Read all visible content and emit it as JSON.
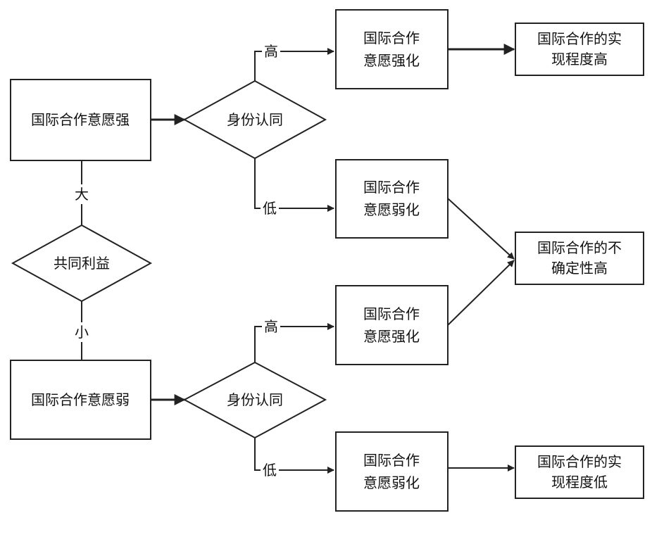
{
  "diagram": {
    "cooperation_strong": "国际合作意愿强",
    "cooperation_weak": "国际合作意愿弱",
    "common_interest": "共同利益",
    "label_large": "大",
    "label_small": "小",
    "identity_top": "身份认同",
    "identity_bottom": "身份认同",
    "label_high_top": "高",
    "label_low_top": "低",
    "label_high_bottom": "高",
    "label_low_bottom": "低",
    "strengthen_top": [
      "国际合作",
      "意愿强化"
    ],
    "weaken_top": [
      "国际合作",
      "意愿弱化"
    ],
    "strengthen_bottom": [
      "国际合作",
      "意愿强化"
    ],
    "weaken_bottom": [
      "国际合作",
      "意愿弱化"
    ],
    "result_high": [
      "国际合作的实",
      "现程度高"
    ],
    "result_uncertain": [
      "国际合作的不",
      "确定性高"
    ],
    "result_low": [
      "国际合作的实",
      "现程度低"
    ]
  }
}
